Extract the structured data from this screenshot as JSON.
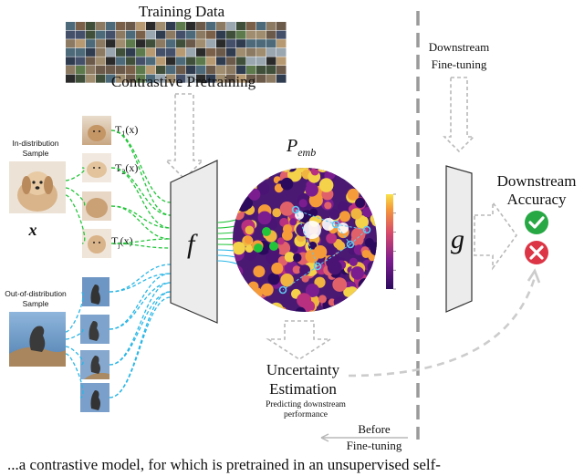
{
  "diagram": {
    "training_data_label": "Training Data",
    "contrastive_pretraining_label": "Contrastive Pretraining",
    "downstream_finetuning_label": [
      "Downstream",
      "Fine-tuning"
    ],
    "in_distribution_label": [
      "In-distribution",
      "Sample"
    ],
    "out_of_distribution_label": [
      "Out-of-distribution",
      "Sample"
    ],
    "input_symbol": "x",
    "transform_labels": {
      "t1": {
        "base": "T",
        "sub": "1",
        "suffix": "(x)"
      },
      "t2": {
        "base": "T",
        "sub": "2",
        "suffix": "(x)"
      },
      "tj": {
        "base": "T",
        "sub": "j",
        "suffix": "(x)"
      }
    },
    "encoder_symbol": "f",
    "head_symbol": "g",
    "embedding_label": {
      "base": "P",
      "sub": "emb"
    },
    "downstream_accuracy_label": [
      "Downstream",
      "Accuracy"
    ],
    "uncertainty_label": [
      "Uncertainty",
      "Estimation"
    ],
    "uncertainty_sublabel": [
      "Predicting downstream",
      "performance"
    ],
    "before_finetuning_label": [
      "Before",
      "Fine-tuning"
    ],
    "colorbar_ticks": [
      "",
      "",
      "",
      "",
      "",
      ""
    ],
    "colors": {
      "in_distribution_lines": "#22c53a",
      "out_of_distribution_lines": "#29b6e6",
      "check": "#27a844",
      "cross": "#dc3545",
      "dashed_arrow": "#cccccc",
      "divider": "#9a9a9a",
      "block_fill": "#ececec"
    },
    "icons": [
      "check-circle-icon",
      "cross-circle-icon"
    ]
  },
  "caption": "...a contrastive model, for which is pretrained in an unsupervised self-"
}
